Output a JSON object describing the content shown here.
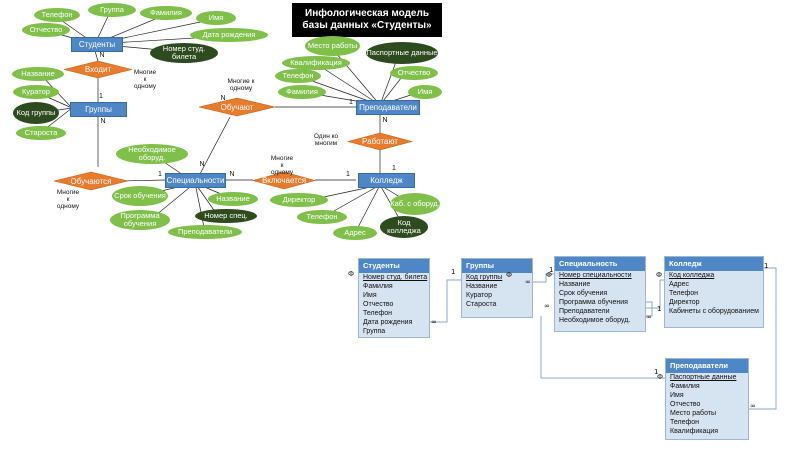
{
  "title": "Инфологическая модель базы данных «Студенты»",
  "er": {
    "entities": {
      "students": "Студенты",
      "groups": "Группы",
      "teachers": "Преподаватели",
      "specialty": "Специальности",
      "college": "Колледж"
    },
    "relations": {
      "enters": "Входит",
      "studies_in": "Обучаются",
      "teach": "Обучают",
      "works": "Работают",
      "includes": "Включается"
    },
    "attributes": {
      "phone": "Телефон",
      "group": "Группа",
      "surname": "Фамилия",
      "name": "Имя",
      "patronymic": "Отчество",
      "birth_date": "Дата рождения",
      "student_no": "Номер студ. билета",
      "g_name": "Название",
      "curator": "Куратор",
      "group_code": "Код группы",
      "headman": "Староста",
      "workplace": "Место работы",
      "passport": "Паспортные данные",
      "qualification": "Квалификация",
      "t_phone": "Телефон",
      "t_patronymic": "Отчество",
      "t_surname": "Фамилия",
      "t_name": "Имя",
      "equip": "Необходимое оборуд.",
      "duration": "Срок обучения",
      "program": "Программа обучения",
      "s_teachers": "Преподаватели",
      "s_name": "Название",
      "spec_no": "Номер спец.",
      "director": "Директор",
      "c_phone": "Телефон",
      "address": "Адрес",
      "cabinet": "Каб. с оборуд.",
      "college_code": "Код колледжа"
    },
    "notes": {
      "many_to_one_1": "Многие к одному",
      "many_to_one_2": "Многие к одному",
      "many_to_one_3": "Многие к одному",
      "one_to_many": "Один ко многим",
      "many_to_one_4": "Многие к одному"
    },
    "cardinalities": {
      "n": "N",
      "one": "1"
    }
  },
  "tables": {
    "students": {
      "title": "Студенты",
      "rows": [
        "Номер студ. билета",
        "Фамилия",
        "Имя",
        "Отчество",
        "Телефон",
        "Дата рождения",
        "Группа"
      ]
    },
    "groups": {
      "title": "Группы",
      "rows": [
        "Код группы",
        "Название",
        "Куратор",
        "Староста"
      ]
    },
    "specialty": {
      "title": "Специальность",
      "rows": [
        "Номер специальности",
        "Название",
        "Срок обучения",
        "Программа обучения",
        "Преподаватели",
        "Необходимое оборуд."
      ]
    },
    "college": {
      "title": "Колледж",
      "rows": [
        "Код колледжа",
        "Адрес",
        "Телефон",
        "Директор",
        "Кабинеты с оборудованием"
      ]
    },
    "teachers": {
      "title": "Преподаватели",
      "rows": [
        "Паспортные данные",
        "Фамилия",
        "Имя",
        "Отчество",
        "Место работы",
        "Телефон",
        "Квалификация"
      ]
    }
  },
  "link_marks": {
    "key": "Ф",
    "one": "1",
    "many": "∞"
  }
}
